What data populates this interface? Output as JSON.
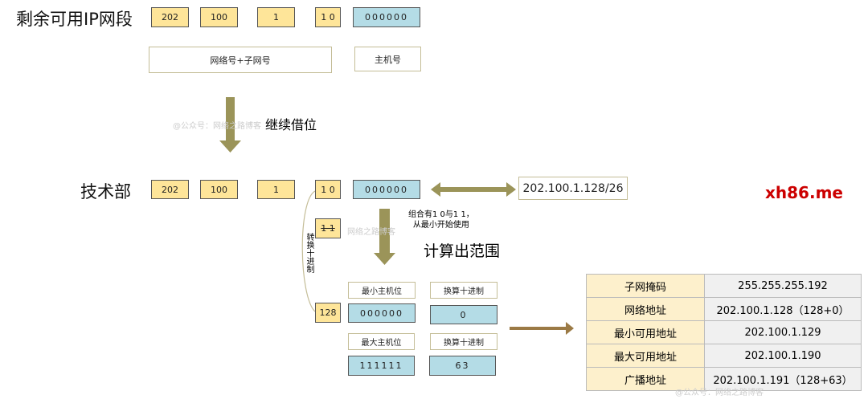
{
  "row1": {
    "title": "剩余可用IP网段",
    "octets": [
      "202",
      "100",
      "1",
      "1 0"
    ],
    "host": "000000",
    "net_label": "网络号+子网号",
    "host_label": "主机号"
  },
  "step1": {
    "label": "继续借位",
    "watermark": "@公众号：网络之路博客"
  },
  "row2": {
    "title": "技术部",
    "octets": [
      "202",
      "100",
      "1",
      "1 0"
    ],
    "host": "000000",
    "cidr": "202.100.1.128/26"
  },
  "step2": {
    "note1": "组合有1 0与1 1，",
    "note2": "从最小开始使用",
    "struck": "1 1",
    "watermark": "网络之路博客",
    "calc": "计算出范围",
    "convert": "转换十进制",
    "decimal": "128"
  },
  "calc": {
    "min_label": "最小主机位",
    "min_bits": "000000",
    "conv1": "换算十进制",
    "min_dec": "0",
    "max_label": "最大主机位",
    "max_bits": "111111",
    "conv2": "换算十进制",
    "max_dec": "63"
  },
  "table": [
    {
      "k": "子网掩码",
      "v": "255.255.255.192"
    },
    {
      "k": "网络地址",
      "v": "202.100.1.128（128+0）"
    },
    {
      "k": "最小可用地址",
      "v": "202.100.1.129"
    },
    {
      "k": "最大可用地址",
      "v": "202.100.1.190"
    },
    {
      "k": "广播地址",
      "v": "202.100.1.191（128+63）"
    }
  ],
  "watermark_bottom": "@公众号：网络之路博客",
  "brand": "xh86.me",
  "colors": {
    "yellow": "#fee599",
    "blue": "#b4dce6",
    "arrow": "#9b9459",
    "brand": "#cc0000"
  }
}
